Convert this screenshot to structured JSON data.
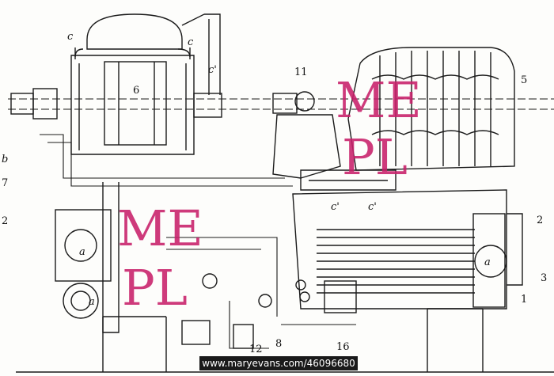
{
  "labels": {
    "l1": "1",
    "l2_right": "2",
    "l2_left": "2",
    "l3": "3",
    "l5": "5",
    "l6": "6",
    "l7": "7",
    "l8": "8",
    "l11": "11",
    "l12": "12",
    "l16": "16",
    "lb": "b",
    "c_left": "c",
    "c_right": "c",
    "c_prime_top": "c'",
    "c_prime_mid1": "c'",
    "c_prime_mid2": "c'",
    "a_left1": "a",
    "a_left2": "a",
    "a_right": "a"
  },
  "watermarks": [
    {
      "text_top": "ME",
      "text_bottom": "PL"
    },
    {
      "text_top": "ME",
      "text_bottom": "PL"
    }
  ],
  "credit": "www.maryevans.com/46096680",
  "colors": {
    "ink": "#1a1a1a",
    "watermark": "#c8206a"
  }
}
